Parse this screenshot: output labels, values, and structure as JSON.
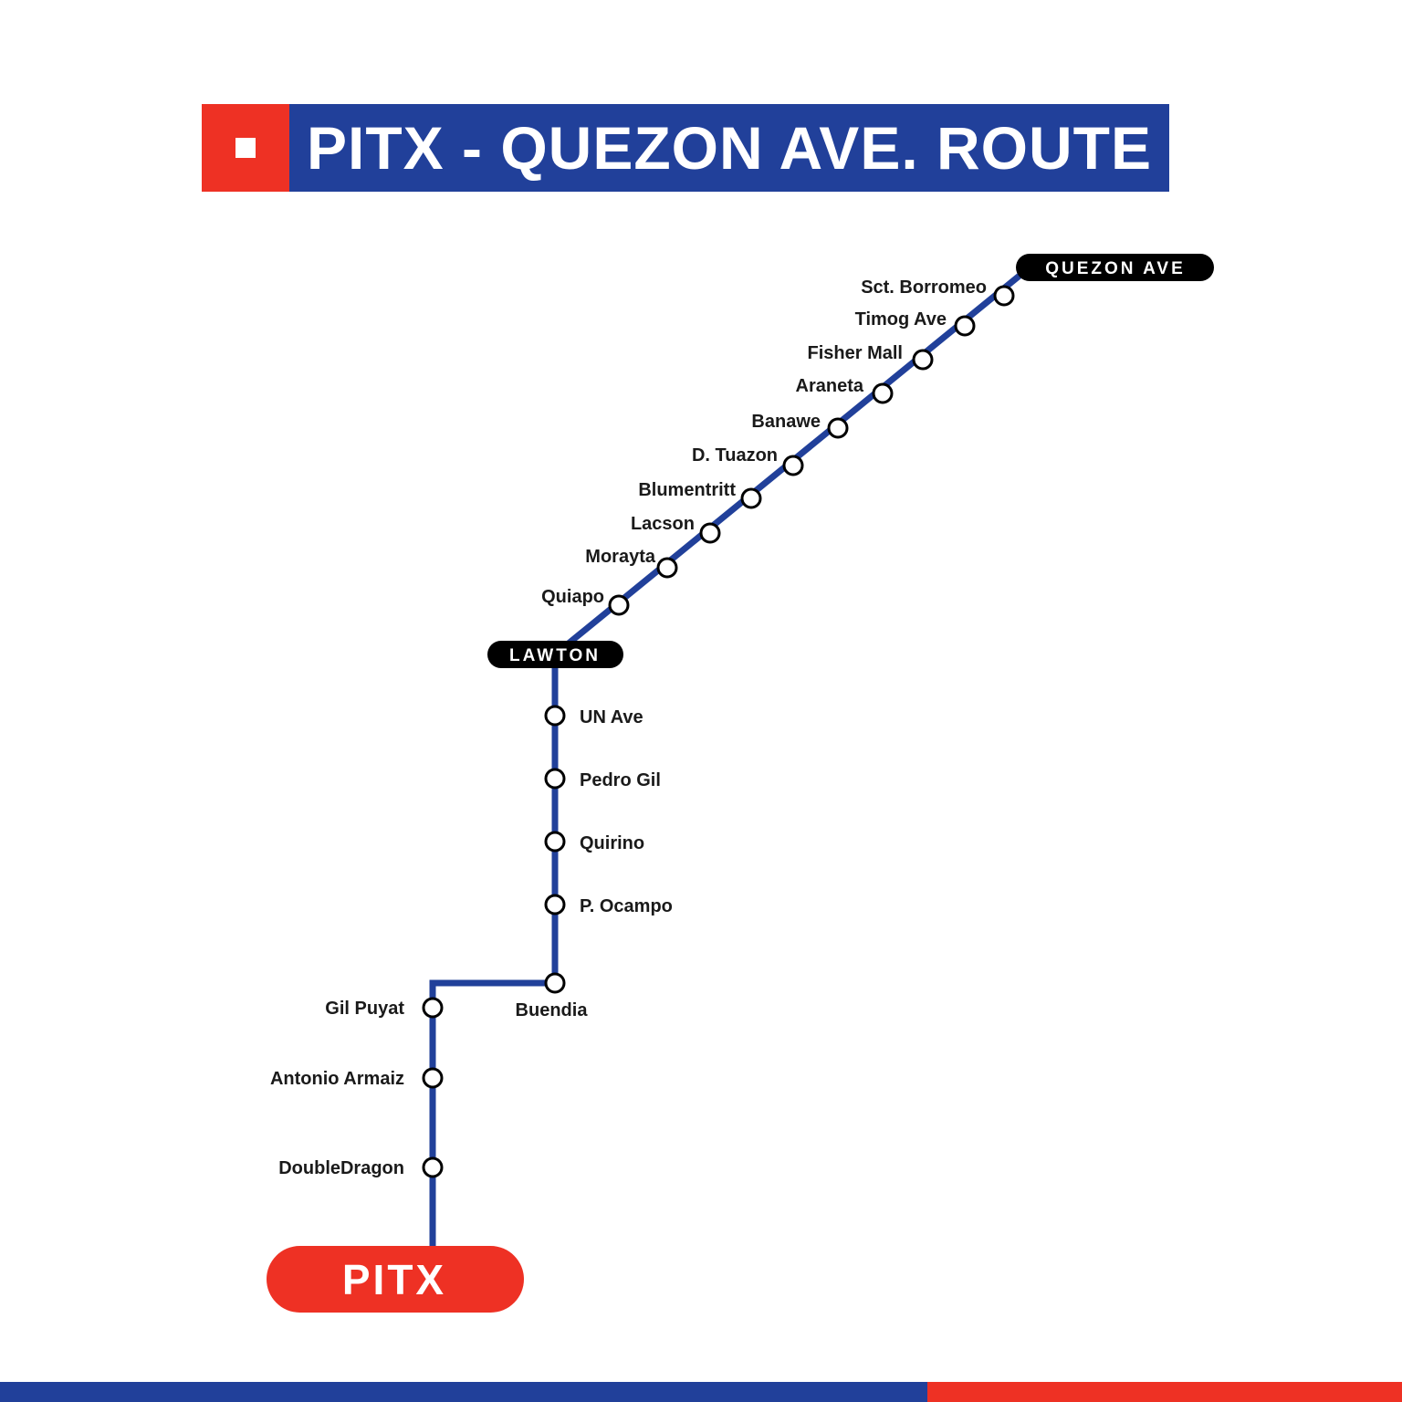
{
  "title": "PITX - QUEZON AVE. ROUTE",
  "colors": {
    "line": "#21409a",
    "accent": "#ee3124",
    "terminal_dark": "#000000",
    "text": "#1a1a1a"
  },
  "terminals": {
    "north": "QUEZON AVE",
    "transfer": "LAWTON",
    "south": "PITX"
  },
  "stations": [
    "Sct. Borromeo",
    "Timog Ave",
    "Fisher Mall",
    "Araneta",
    "Banawe",
    "D. Tuazon",
    "Blumentritt",
    "Lacson",
    "Morayta",
    "Quiapo",
    "UN Ave",
    "Pedro Gil",
    "Quirino",
    "P. Ocampo",
    "Buendia",
    "Gil Puyat",
    "Antonio Armaiz",
    "DoubleDragon"
  ]
}
